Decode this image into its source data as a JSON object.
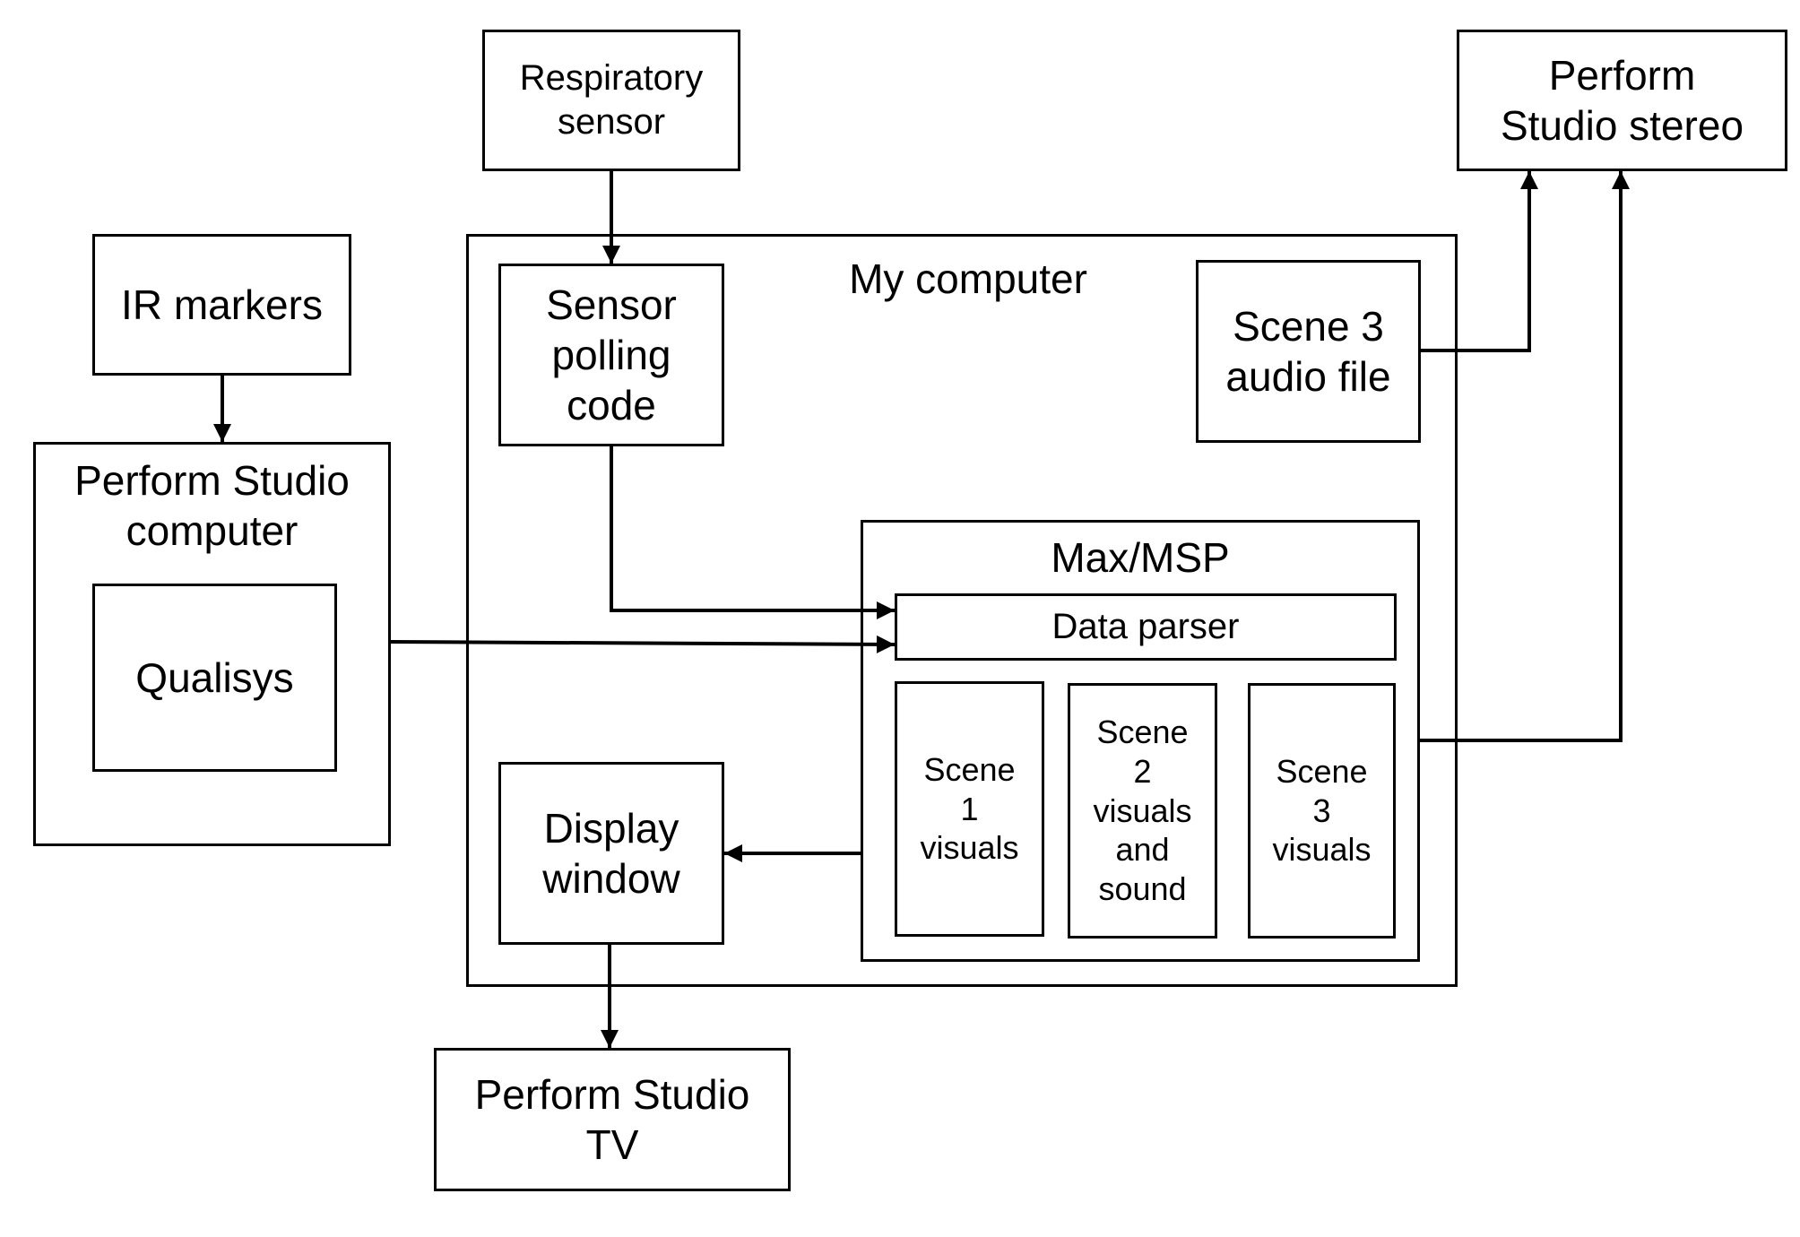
{
  "nodes": {
    "respiratory_sensor": "Respiratory\nsensor",
    "perform_studio_stereo": "Perform\nStudio stereo",
    "ir_markers": "IR markers",
    "perform_studio_computer": "Perform Studio\ncomputer",
    "qualisys": "Qualisys",
    "my_computer": "My computer",
    "sensor_polling_code": "Sensor\npolling\ncode",
    "scene3_audio_file": "Scene 3\naudio file",
    "max_msp": "Max/MSP",
    "data_parser": "Data parser",
    "scene1_visuals": "Scene\n1\nvisuals",
    "scene2_visuals_sound": "Scene\n2\nvisuals\nand\nsound",
    "scene3_visuals": "Scene\n3\nvisuals",
    "display_window": "Display\nwindow",
    "perform_studio_tv": "Perform Studio\nTV"
  },
  "edges": [
    {
      "from": "respiratory_sensor",
      "to": "sensor_polling_code"
    },
    {
      "from": "ir_markers",
      "to": "perform_studio_computer"
    },
    {
      "from": "sensor_polling_code",
      "to": "data_parser"
    },
    {
      "from": "perform_studio_computer",
      "to": "data_parser"
    },
    {
      "from": "scene3_audio_file",
      "to": "perform_studio_stereo"
    },
    {
      "from": "max_msp",
      "to": "perform_studio_stereo"
    },
    {
      "from": "max_msp",
      "to": "display_window"
    },
    {
      "from": "display_window",
      "to": "perform_studio_tv"
    }
  ]
}
